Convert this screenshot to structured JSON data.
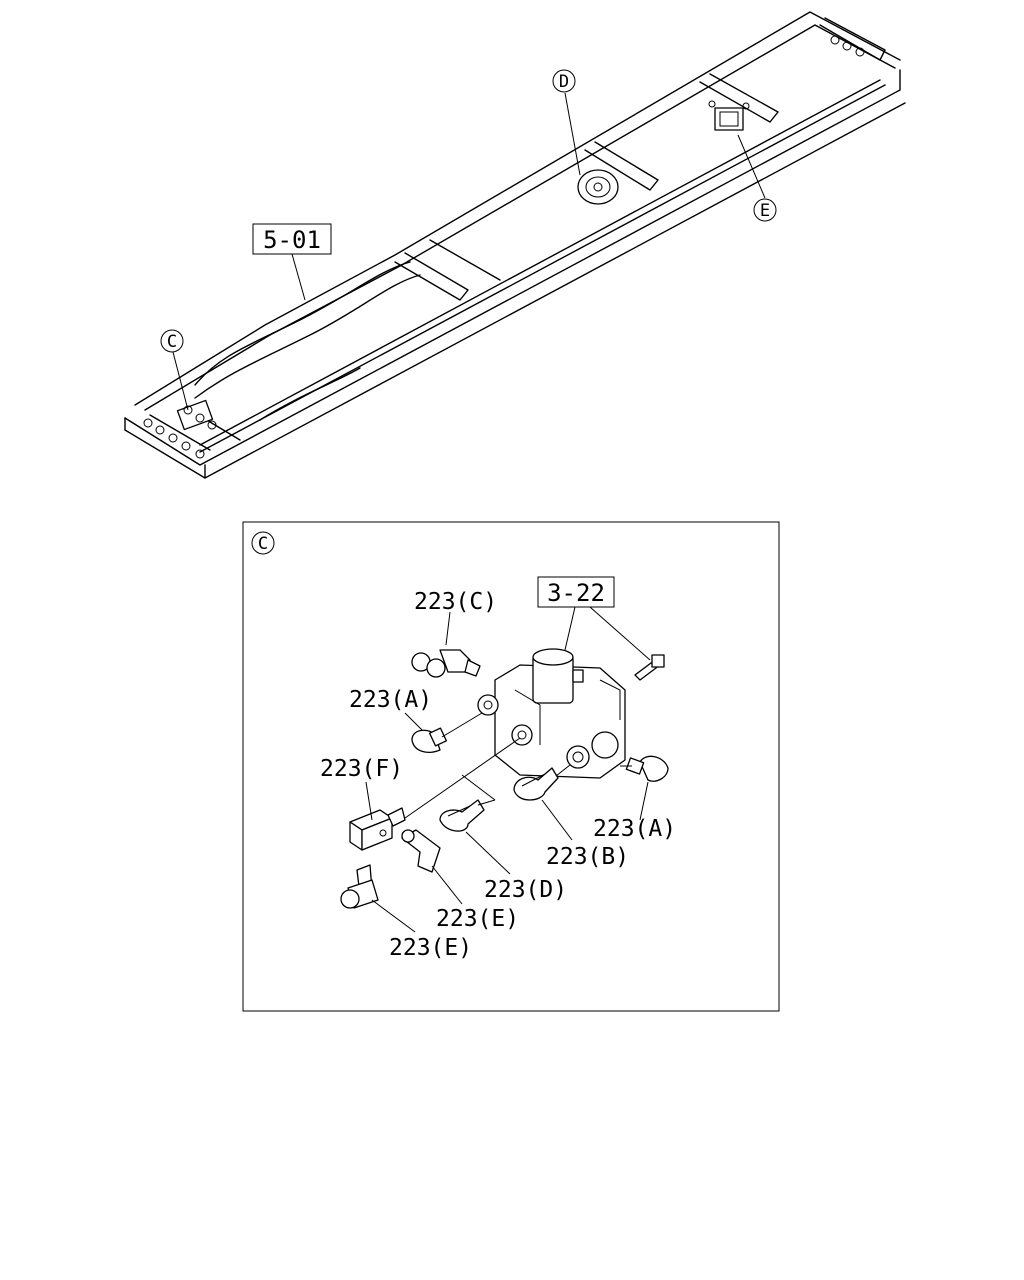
{
  "overview": {
    "ref_box": "5-01",
    "callouts": [
      "D",
      "E",
      "C"
    ]
  },
  "detail": {
    "view_id": "C",
    "ref_box": "3-22",
    "parts": [
      "223(C)",
      "223(A)",
      "223(F)",
      "223(A)",
      "223(B)",
      "223(D)",
      "223(E)",
      "223(E)"
    ]
  }
}
